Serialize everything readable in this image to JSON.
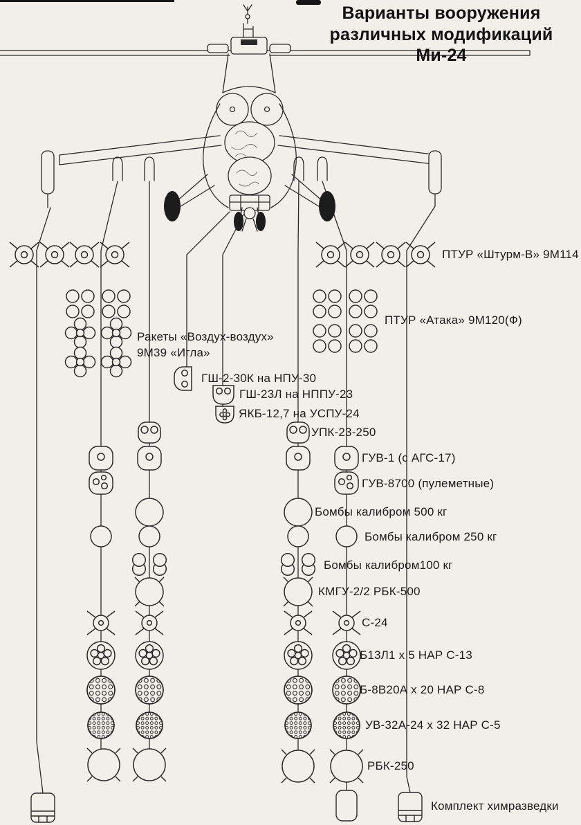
{
  "title": {
    "line1": "Варианты вооружения",
    "line2": "различных модификаций Ми-24"
  },
  "weapon_labels": {
    "shturm": "ПТУР «Штурм-В» 9М114",
    "ataka": "ПТУР «Атака» 9М120(Ф)",
    "igla_line1": "Ракеты «Воздух-воздух»",
    "igla_line2": "9М39 «Игла»",
    "gsh_2_30k": "ГШ-2-30К на НПУ-30",
    "gsh_23l": "ГШ-23Л на НППУ-23",
    "yakb_12_7": "ЯКБ-12,7 на УСПУ-24",
    "upk_23_250": "УПК-23-250",
    "guv_1": "ГУВ-1 (с АГС-17)",
    "guv_8700": "ГУВ-8700 (пулеметные)",
    "bombs_500": "Бомбы калибром 500 кг",
    "bombs_250": "Бомбы калибром 250 кг",
    "bombs_100": "Бомбы калибром100 кг",
    "kmgu": "КМГУ-2/2 РБК-500",
    "s_24": "С-24",
    "b13l1": "Б13Л1 х 5 НАР С-13",
    "b_8v20a": "Б-8В20А х 20 НАР С-8",
    "uv_32a_24": "УВ-32А-24 х 32 НАР С-5",
    "rbk_250": "РБК-250",
    "chem_kit": "Комплект химразведки"
  },
  "colors": {
    "ink": "#2a2a2a",
    "paper": "#f2efea"
  }
}
